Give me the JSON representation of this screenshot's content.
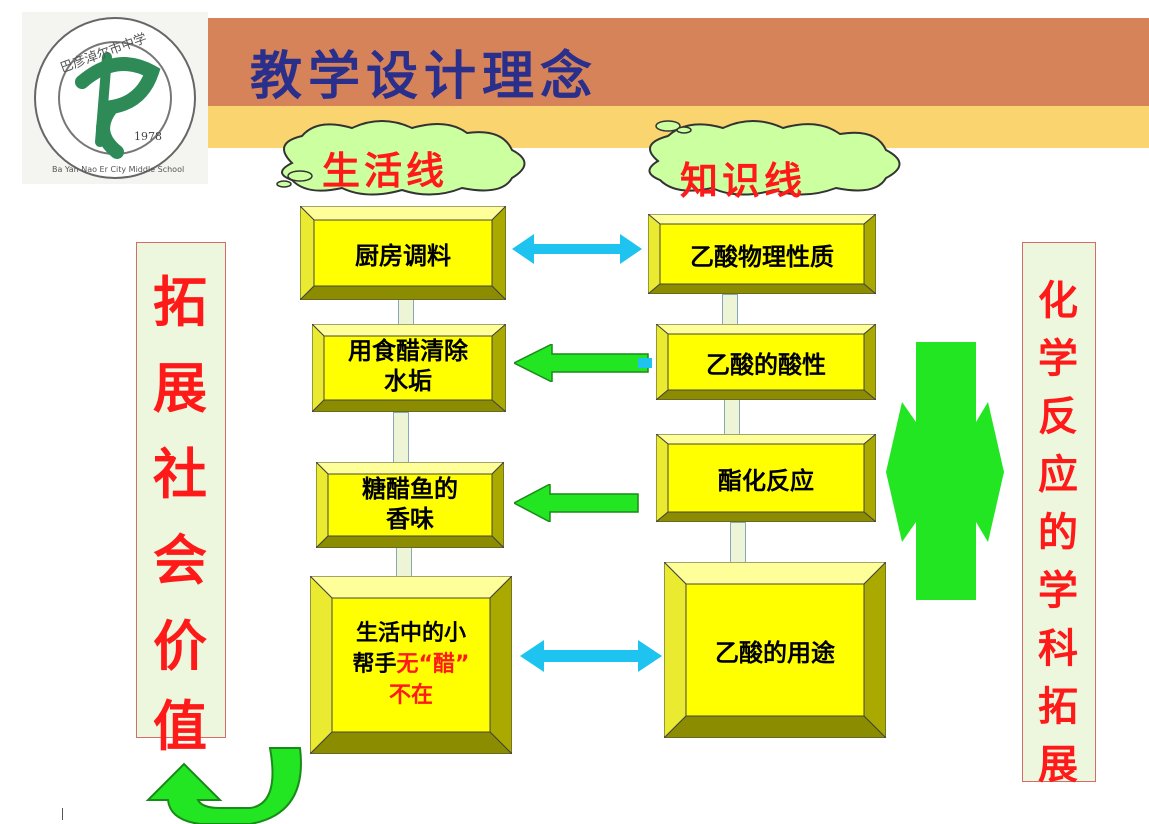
{
  "title": "教学设计理念",
  "logo": {
    "ring_text": "巴彦淖尔市中学",
    "year": "1978",
    "en_text": "Ba Yan Nao Er City Middle School"
  },
  "clouds": {
    "left": "生活线",
    "right": "知识线"
  },
  "left_boxes": [
    {
      "line1": "厨房调料",
      "line2": ""
    },
    {
      "line1": "用食醋清除",
      "line2": "水垢"
    },
    {
      "line1": "糖醋鱼的",
      "line2": "香味"
    }
  ],
  "left_box4": {
    "line1": "生活中的小",
    "line2_prefix": "帮手",
    "line2_red": "无“醋”",
    "line3": "不在"
  },
  "right_boxes": [
    "乙酸物理性质",
    "乙酸的酸性",
    "酯化反应",
    "乙酸的用途"
  ],
  "left_panel": [
    "拓",
    "展",
    "社",
    "会",
    "价",
    "值"
  ],
  "right_panel": [
    "化",
    "学",
    "反",
    "应",
    "的",
    "学",
    "科",
    "拓",
    "展"
  ],
  "colors": {
    "box_yellow": "#ffff00",
    "red_text": "#ff1a1a",
    "title_blue": "#2a2f8c",
    "green_arrow": "#22e622",
    "cyan_arrow": "#1ec3f0"
  }
}
